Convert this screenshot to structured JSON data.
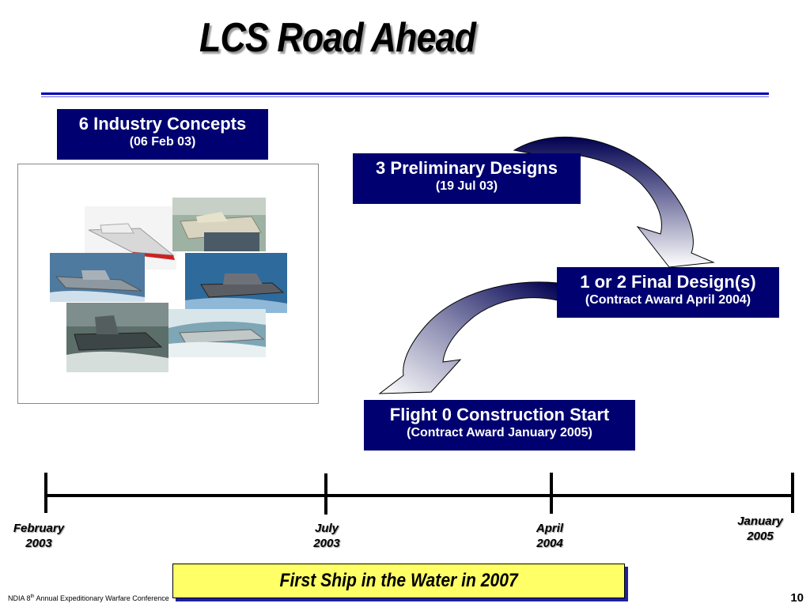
{
  "slide": {
    "title": "LCS Road Ahead",
    "page_number": "10",
    "footer": {
      "pre": "NDIA 8",
      "sup": "th",
      "post": " Annual Expeditionary Warfare Conference"
    },
    "banner": "First Ship in the Water in 2007"
  },
  "milestones": [
    {
      "title": "6 Industry Concepts",
      "subtitle": "(06 Feb 03)"
    },
    {
      "title": "3 Preliminary Designs",
      "subtitle": "(19 Jul 03)"
    },
    {
      "title": "1 or 2 Final Design(s)",
      "subtitle": "(Contract Award April 2004)"
    },
    {
      "title": "Flight 0 Construction Start",
      "subtitle": "(Contract Award January 2005)"
    }
  ],
  "timeline": [
    {
      "month": "February",
      "year": "2003"
    },
    {
      "month": "July",
      "year": "2003"
    },
    {
      "month": "April",
      "year": "2004"
    },
    {
      "month": "January",
      "year": "2005"
    }
  ],
  "colors": {
    "box_navy": "#000070",
    "rule_blue": "#0000b8",
    "banner_yellow": "#ffff66"
  },
  "icons": [
    "curved-arrow-icon",
    "ship-concept-image"
  ]
}
